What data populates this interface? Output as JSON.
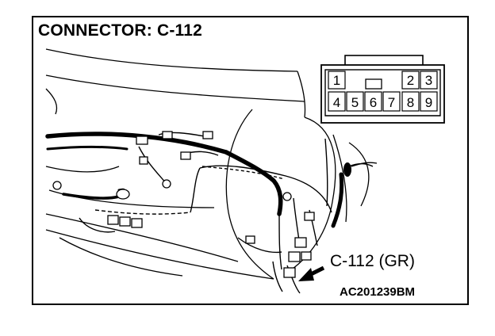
{
  "diagram": {
    "title": "CONNECTOR: C-112",
    "callout_label": "C-112 (GR)",
    "figure_code": "AC201239BM",
    "connector_pins": [
      {
        "label": "1"
      },
      {
        "label": "2"
      },
      {
        "label": "3"
      },
      {
        "label": "4"
      },
      {
        "label": "5"
      },
      {
        "label": "6"
      },
      {
        "label": "7"
      },
      {
        "label": "8"
      },
      {
        "label": "9"
      }
    ]
  }
}
